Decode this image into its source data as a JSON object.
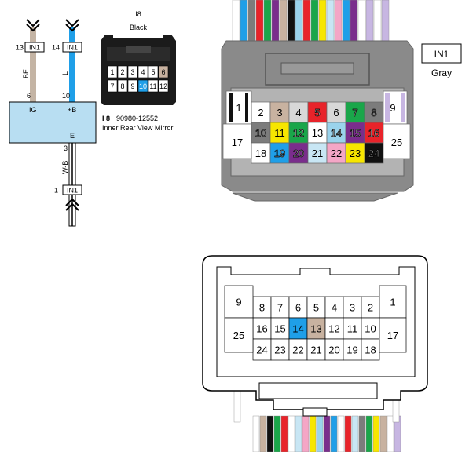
{
  "colors": {
    "beige": "#c4b4a4",
    "blue": "#1f9fe8",
    "brown_tan": "#c8b2a0",
    "light_blue": "#c8e6f4",
    "module_fill": "#b8def2",
    "red": "#e8232a",
    "green": "#1aa64a",
    "gray": "#7c7c7c",
    "yellow": "#f7e600",
    "purple": "#7a2d8c",
    "sky": "#9ad3ec",
    "pink": "#f4a6c6",
    "lavender": "#c7b6e2",
    "black": "#111111",
    "white": "#ffffff",
    "connector_gray": "#8a8a8a",
    "connector_light": "#d8d8d8"
  },
  "left": {
    "connector_tag": "IN1",
    "wire_ig": {
      "pin_top": "13",
      "color_code": "BE",
      "pin_module": "6",
      "label": "IG"
    },
    "wire_b": {
      "pin_top": "14",
      "color_code": "L",
      "pin_module": "10",
      "label": "+B"
    },
    "wire_e": {
      "pin_module": "3",
      "label": "E",
      "color_code": "W-B",
      "pin_bottom": "1"
    },
    "i8": {
      "code": "I8",
      "color": "Black",
      "part_code": "I 8",
      "part_number": "90980-12552",
      "description": "Inner Rear View Mirror",
      "pins_top": [
        "1",
        "2",
        "3",
        "4",
        "5",
        "6"
      ],
      "pins_bottom": [
        "7",
        "8",
        "9",
        "10",
        "11",
        "12"
      ]
    }
  },
  "in1_top": {
    "label": "IN1",
    "color": "Gray",
    "pins": [
      {
        "n": "1",
        "fill": "white",
        "w": [
          true,
          true
        ]
      },
      {
        "n": "2",
        "fill": "white"
      },
      {
        "n": "3",
        "fill": "brown_tan"
      },
      {
        "n": "4",
        "fill": "connector_light"
      },
      {
        "n": "5",
        "fill": "red",
        "hollow": true
      },
      {
        "n": "6",
        "fill": "connector_light"
      },
      {
        "n": "7",
        "fill": "green",
        "hollow": true
      },
      {
        "n": "8",
        "fill": "gray",
        "hollow": true
      },
      {
        "n": "9",
        "fill": "lavender"
      },
      {
        "n": "10",
        "fill": "gray",
        "hollow": true
      },
      {
        "n": "11",
        "fill": "yellow"
      },
      {
        "n": "12",
        "fill": "green",
        "hollow": true
      },
      {
        "n": "13",
        "fill": "white"
      },
      {
        "n": "14",
        "fill": "sky",
        "hollow": true
      },
      {
        "n": "15",
        "fill": "purple",
        "hollow": true
      },
      {
        "n": "16",
        "fill": "red",
        "hollow": true
      },
      {
        "n": "17",
        "fill": "white"
      },
      {
        "n": "18",
        "fill": "white"
      },
      {
        "n": "19",
        "fill": "blue",
        "hollow": true
      },
      {
        "n": "20",
        "fill": "purple",
        "hollow": true
      },
      {
        "n": "21",
        "fill": "light_blue"
      },
      {
        "n": "22",
        "fill": "pink"
      },
      {
        "n": "23",
        "fill": "yellow"
      },
      {
        "n": "24",
        "fill": "black",
        "hollow": true
      },
      {
        "n": "25",
        "fill": "white"
      }
    ]
  },
  "in1_bottom": {
    "pins": [
      {
        "n": "9"
      },
      {
        "n": "8"
      },
      {
        "n": "7"
      },
      {
        "n": "6"
      },
      {
        "n": "5"
      },
      {
        "n": "4"
      },
      {
        "n": "3"
      },
      {
        "n": "2"
      },
      {
        "n": "1"
      },
      {
        "n": "25"
      },
      {
        "n": "16"
      },
      {
        "n": "15"
      },
      {
        "n": "14",
        "fill": "blue"
      },
      {
        "n": "13",
        "fill": "brown_tan"
      },
      {
        "n": "12"
      },
      {
        "n": "11"
      },
      {
        "n": "10"
      },
      {
        "n": "17"
      },
      {
        "n": "24"
      },
      {
        "n": "23"
      },
      {
        "n": "22"
      },
      {
        "n": "21"
      },
      {
        "n": "20"
      },
      {
        "n": "19"
      },
      {
        "n": "18"
      }
    ]
  }
}
